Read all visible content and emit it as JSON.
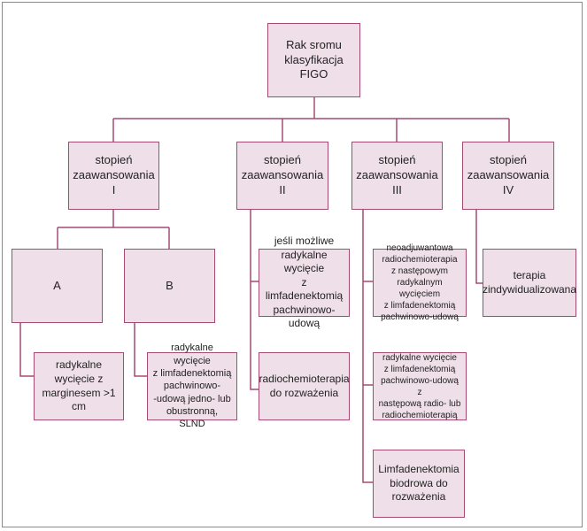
{
  "colors": {
    "box_fill": "#efdfe8",
    "box_border": "#a54a73",
    "line": "#a54a73",
    "frame": "#8a8a8a"
  },
  "diagram": {
    "root": "Rak sromu\nklasyfikacja FIGO",
    "stages": [
      "stopień\nzaawansowania I",
      "stopień\nzaawansowania II",
      "stopień\nzaawansowania III",
      "stopień\nzaawansowania IV"
    ],
    "stage1": {
      "sub_a": "A",
      "sub_b": "B",
      "treatment_a": "radykalne wycięcie z\nmarginesem >1 cm",
      "treatment_b": "radykalne wycięcie\nz limfadenektomią\npachwinowo-\n-udową jedno- lub\nobustronną, SLND"
    },
    "stage2": {
      "treatment_1": "jeśli możliwe\nradykalne wycięcie\nz limfadenektomią\npachwinowo-udową",
      "treatment_2": "radiochemioterapia\ndo rozważenia"
    },
    "stage3": {
      "treatment_1": "neoadjuwantowa\nradiochemioterapia\nz następowym\nradykalnym wycięciem\nz limfadenektomią\npachwinowo-udową",
      "treatment_2": "radykalne wycięcie\nz limfadenektomią\npachwinowo-udową z\nnastępową radio- lub\nradiochemioterapią",
      "treatment_3": "Limfadenektomia\nbiodrowa do\nrozważenia"
    },
    "stage4": {
      "treatment_1": "terapia\nzindywidualizowana"
    }
  }
}
